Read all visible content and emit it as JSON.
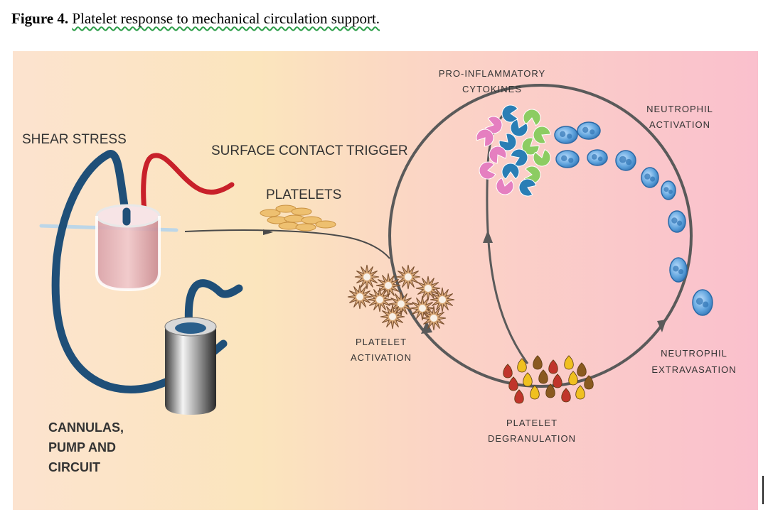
{
  "caption": {
    "label": "Figure 4.",
    "title": "Platelet response to mechanical circulation support."
  },
  "labels": {
    "shear_stress": "SHEAR STRESS",
    "surface_contact_trigger": "SURFACE CONTACT TRIGGER",
    "platelets": "PLATELETS",
    "pro_inflammatory_line1": "PRO-INFLAMMATORY",
    "pro_inflammatory_line2": "CYTOKINES",
    "neutrophil_activation_line1": "NEUTROPHIL",
    "neutrophil_activation_line2": "ACTIVATION",
    "platelet_activation_line1": "PLATELET",
    "platelet_activation_line2": "ACTIVATION",
    "neutrophil_extravasation_line1": "NEUTROPHIL",
    "neutrophil_extravasation_line2": "EXTRAVASATION",
    "platelet_degranulation_line1": "PLATELET",
    "platelet_degranulation_line2": "DEGRANULATION",
    "cannulas_line1": "CANNULAS,",
    "cannulas_line2": "PUMP AND",
    "cannulas_line3": "CIRCUIT"
  },
  "colors": {
    "tube_dark": "#1f4f78",
    "tube_red": "#c8202a",
    "cycle_line": "#5a5a5a",
    "platelet_resting": "#eec070",
    "platelet_active": "#d8a878",
    "cytokine_teal": "#2a7eb5",
    "cytokine_green": "#8ccc62",
    "cytokine_pink": "#e57fc0",
    "neutrophil_blue": "#4a90d0",
    "granule_red": "#c0352b",
    "granule_yellow": "#f0c020",
    "granule_brown": "#8a5a20"
  }
}
